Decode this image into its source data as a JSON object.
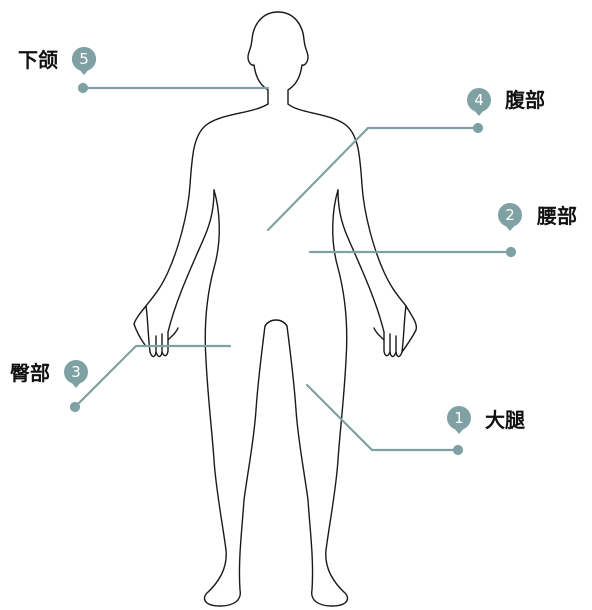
{
  "colors": {
    "leader_line": "#7fa1a3",
    "marker_fill": "#7fa1a3",
    "outline": "#1a1a1a",
    "label_text": "#111111"
  },
  "callouts": [
    {
      "id": "thigh",
      "number": "1",
      "label": "大腿"
    },
    {
      "id": "waist",
      "number": "2",
      "label": "腰部"
    },
    {
      "id": "buttock",
      "number": "3",
      "label": "臀部"
    },
    {
      "id": "abdomen",
      "number": "4",
      "label": "腹部"
    },
    {
      "id": "jaw",
      "number": "5",
      "label": "下颌"
    }
  ]
}
